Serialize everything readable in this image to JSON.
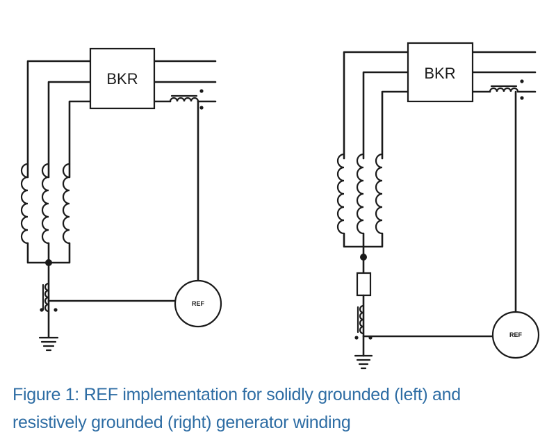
{
  "left": {
    "breaker_label": "BKR",
    "relay_label": "REF"
  },
  "right": {
    "breaker_label": "BKR",
    "relay_label": "REF"
  },
  "caption": {
    "line1": "Figure 1: REF implementation for solidly grounded (left) and",
    "line2": "resistively grounded (right) generator winding"
  }
}
